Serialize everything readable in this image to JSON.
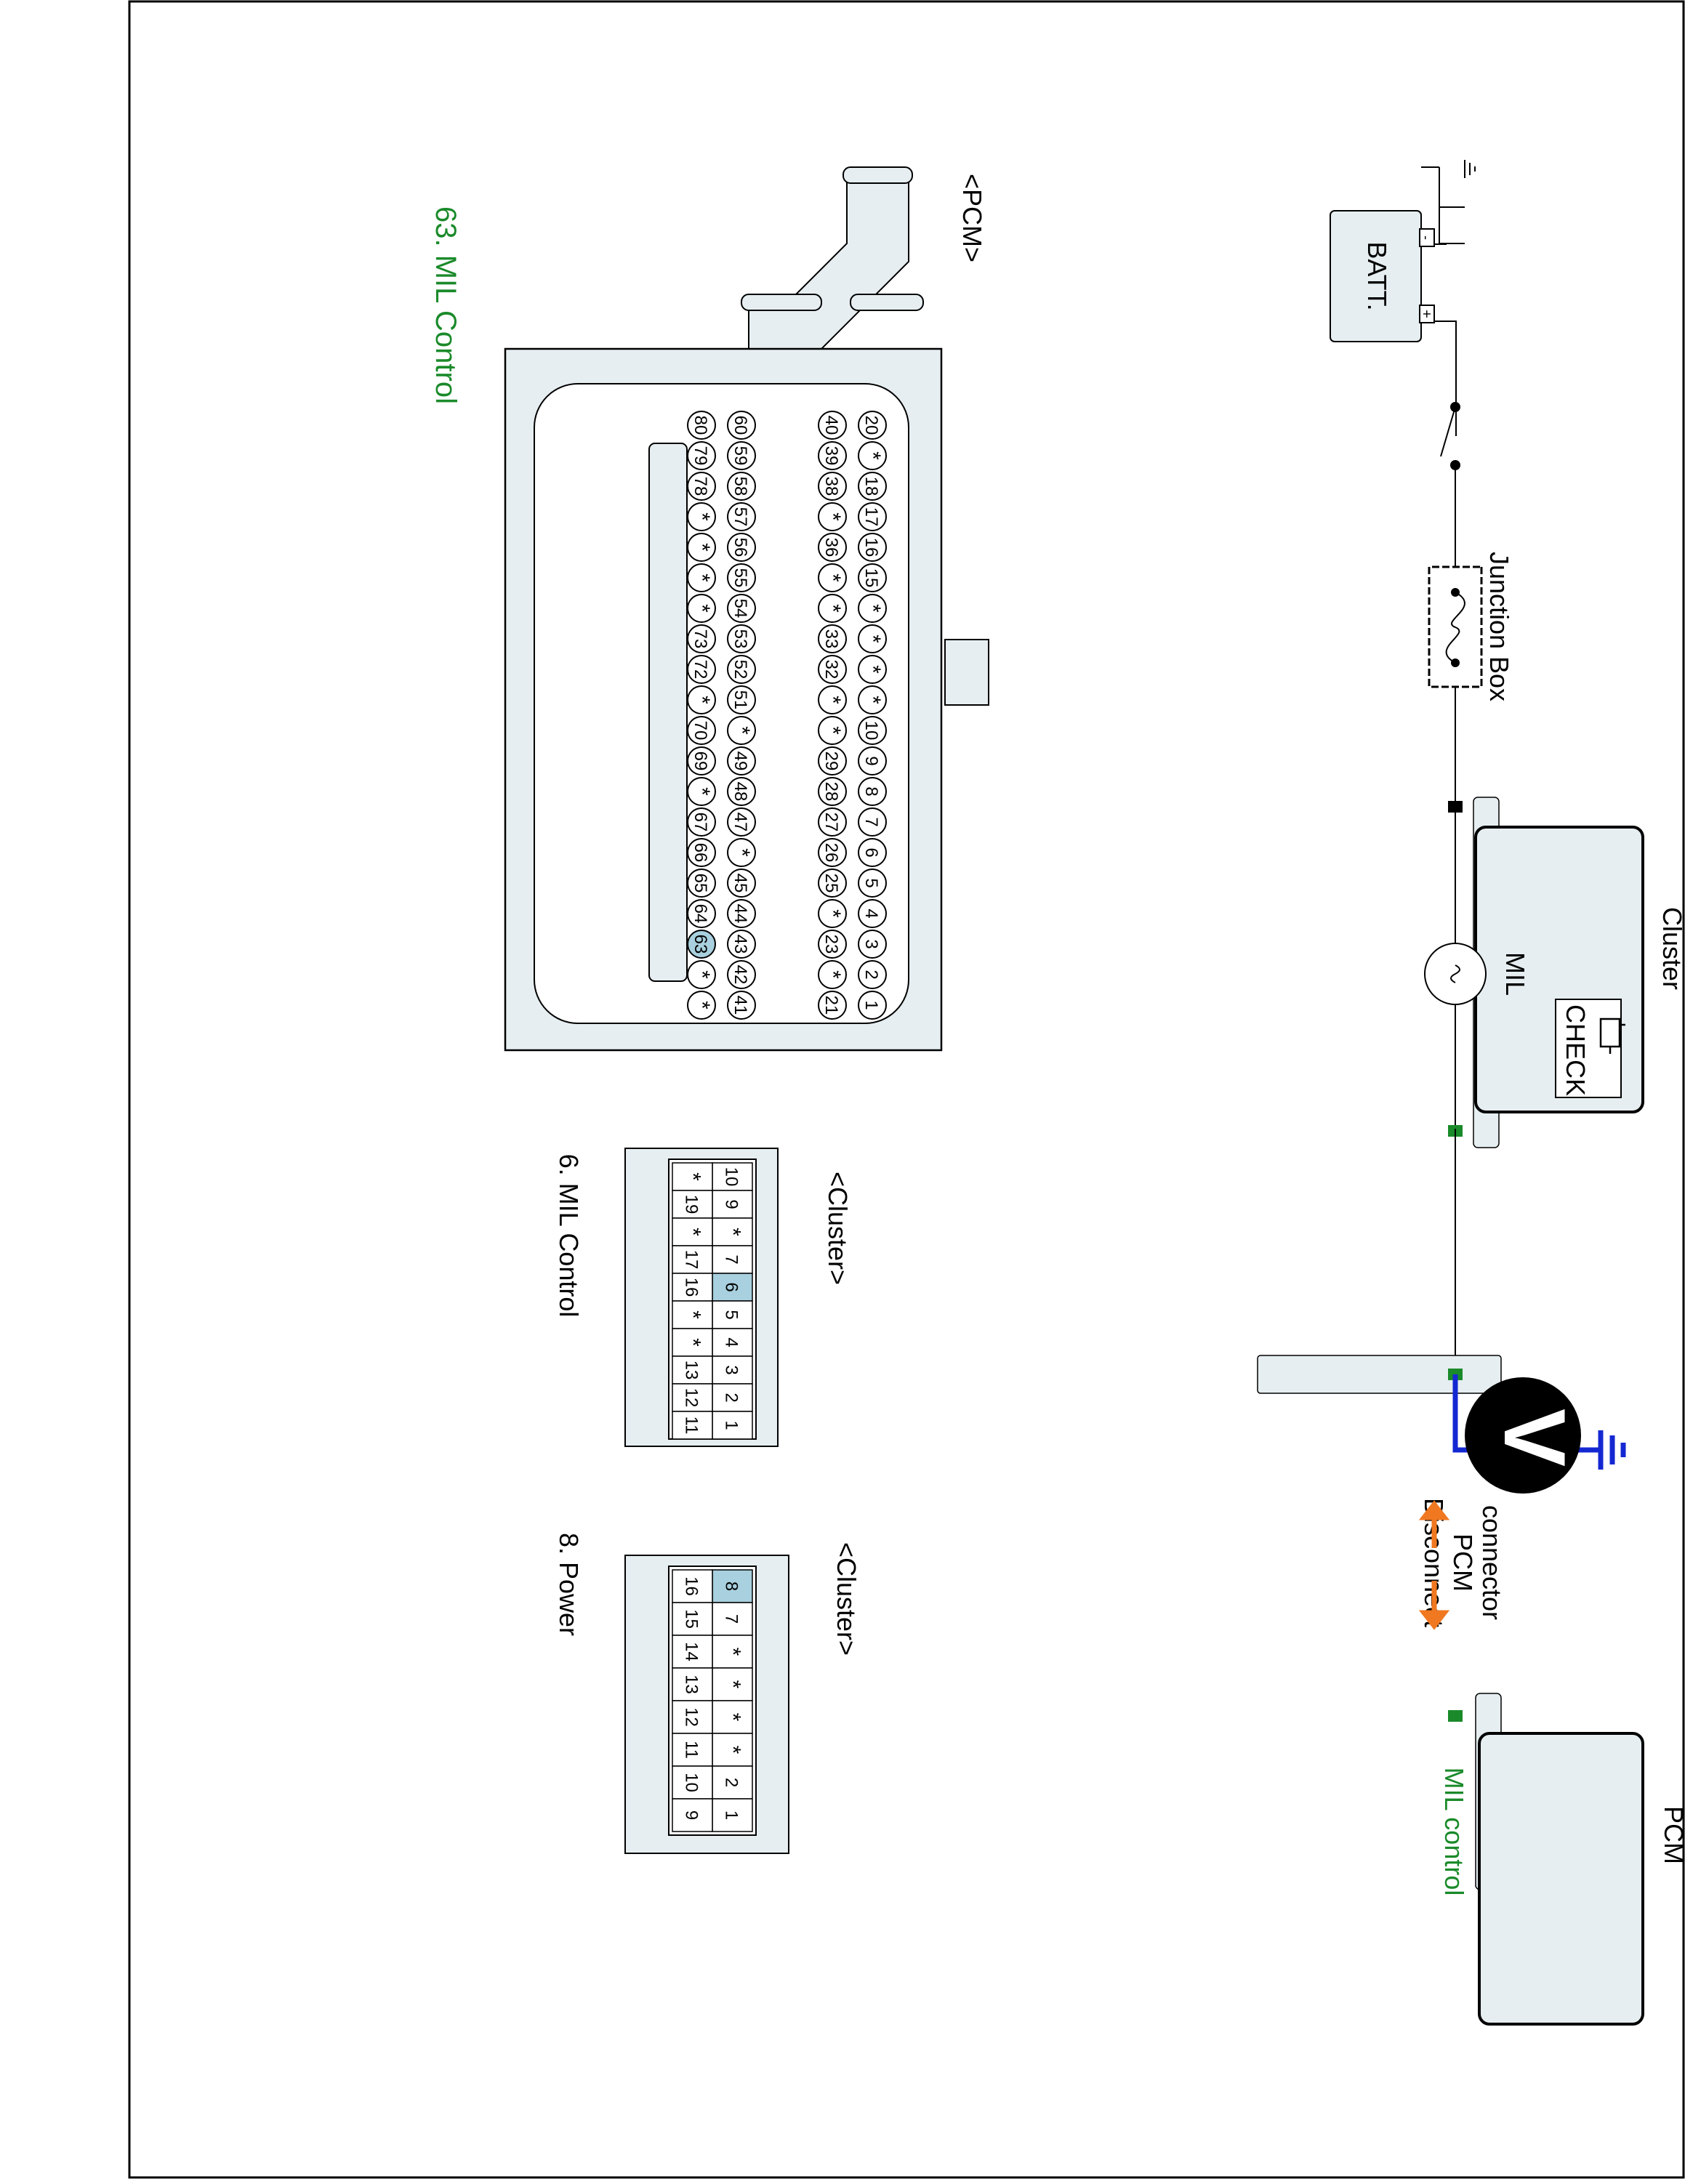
{
  "labels": {
    "batt": "BATT.",
    "junction_box": "Junction Box",
    "cluster": "Cluster",
    "check": "CHECK",
    "mil": "MIL",
    "pcm": "PCM",
    "mil_control": "MIL control",
    "disconnect": [
      "Disconnect",
      "PCM",
      "connector"
    ],
    "voltmeter": "V",
    "plus": "+",
    "minus": "-"
  },
  "pcm_connector": {
    "title": "<PCM>",
    "caption": "63. MIL Control",
    "highlight": "63",
    "rows": [
      [
        "20",
        "*",
        "18",
        "17",
        "16",
        "15",
        "*",
        "*",
        "*",
        "*",
        "10",
        "9",
        "8",
        "7",
        "6",
        "5",
        "4",
        "3",
        "2",
        "1"
      ],
      [
        "40",
        "39",
        "38",
        "*",
        "36",
        "*",
        "*",
        "33",
        "32",
        "*",
        "*",
        "29",
        "28",
        "27",
        "26",
        "25",
        "*",
        "23",
        "*",
        "21"
      ],
      [
        "60",
        "59",
        "58",
        "57",
        "56",
        "55",
        "54",
        "53",
        "52",
        "51",
        "*",
        "49",
        "48",
        "47",
        "*",
        "45",
        "44",
        "43",
        "42",
        "41"
      ],
      [
        "80",
        "79",
        "78",
        "*",
        "*",
        "*",
        "*",
        "73",
        "72",
        "*",
        "70",
        "69",
        "*",
        "67",
        "66",
        "65",
        "64",
        "63",
        "*",
        "*"
      ]
    ]
  },
  "cluster_connector_a": {
    "title": "<Cluster>",
    "caption": "6. MIL Control",
    "highlight": "6",
    "rows": [
      [
        "10",
        "9",
        "*",
        "7",
        "6",
        "5",
        "4",
        "3",
        "2",
        "1"
      ],
      [
        "*",
        "19",
        "*",
        "17",
        "16",
        "*",
        "*",
        "13",
        "12",
        "11"
      ]
    ]
  },
  "cluster_connector_b": {
    "title": "<Cluster>",
    "caption": "8. Power",
    "highlight": "8",
    "rows": [
      [
        "8",
        "7",
        "*",
        "*",
        "*",
        "*",
        "2",
        "1"
      ],
      [
        "16",
        "15",
        "14",
        "13",
        "12",
        "11",
        "10",
        "9"
      ]
    ]
  },
  "colors": {
    "green": "#1a8a2a",
    "blue": "#1428d2",
    "orange": "#f07820",
    "fill": "#e6eef1",
    "highlight": "#a8d0de"
  }
}
